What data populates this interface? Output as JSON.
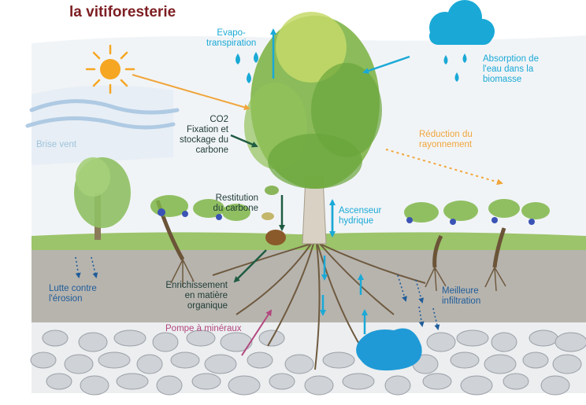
{
  "title_line1": "la vitiforesterie",
  "labels": {
    "evapo": "Evapo-\ntranspiration",
    "absorption": "Absorption de\nl'eau dans la\nbiomasse",
    "brise_vent": "Brise vent",
    "co2": "CO2\nFixation et\nstockage du\ncarbone",
    "reduction": "Réduction du\nrayonnement",
    "restitution": "Restitution\ndu carbone",
    "ascenseur": "Ascenseur\nhydrique",
    "lutte": "Lutte contre\nl'érosion",
    "enrichissement": "Enrichissement\nen matière\norganique",
    "infiltration": "Meilleure\ninfiltration",
    "pompe": "Pompe à minéraux"
  },
  "colors": {
    "title": "#7d1e22",
    "water_arrow": "#1aa9d6",
    "carbon_arrow": "#1f5c42",
    "light_arrow": "#f0a63c",
    "mineral_arrow": "#b2477e",
    "erosion_arrow": "#1f5c99",
    "foliage": "#7fb548",
    "soil": "#b9b6b0",
    "stone": "#cfd2d6"
  }
}
